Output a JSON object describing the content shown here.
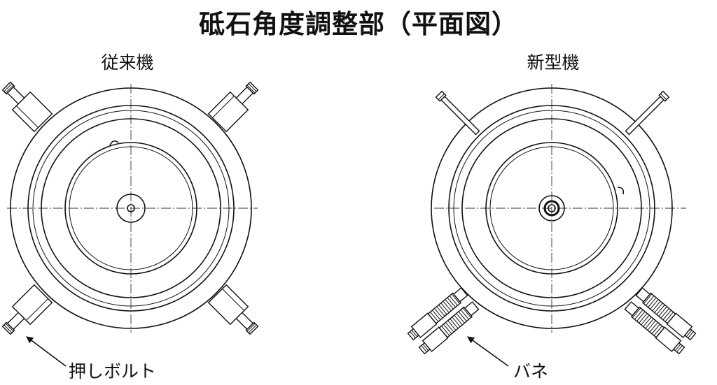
{
  "title": "砥石角度調整部（平面図）",
  "left": {
    "label": "従来機",
    "callout": "押しボルト"
  },
  "right": {
    "label": "新型機",
    "callout": "バネ"
  }
}
